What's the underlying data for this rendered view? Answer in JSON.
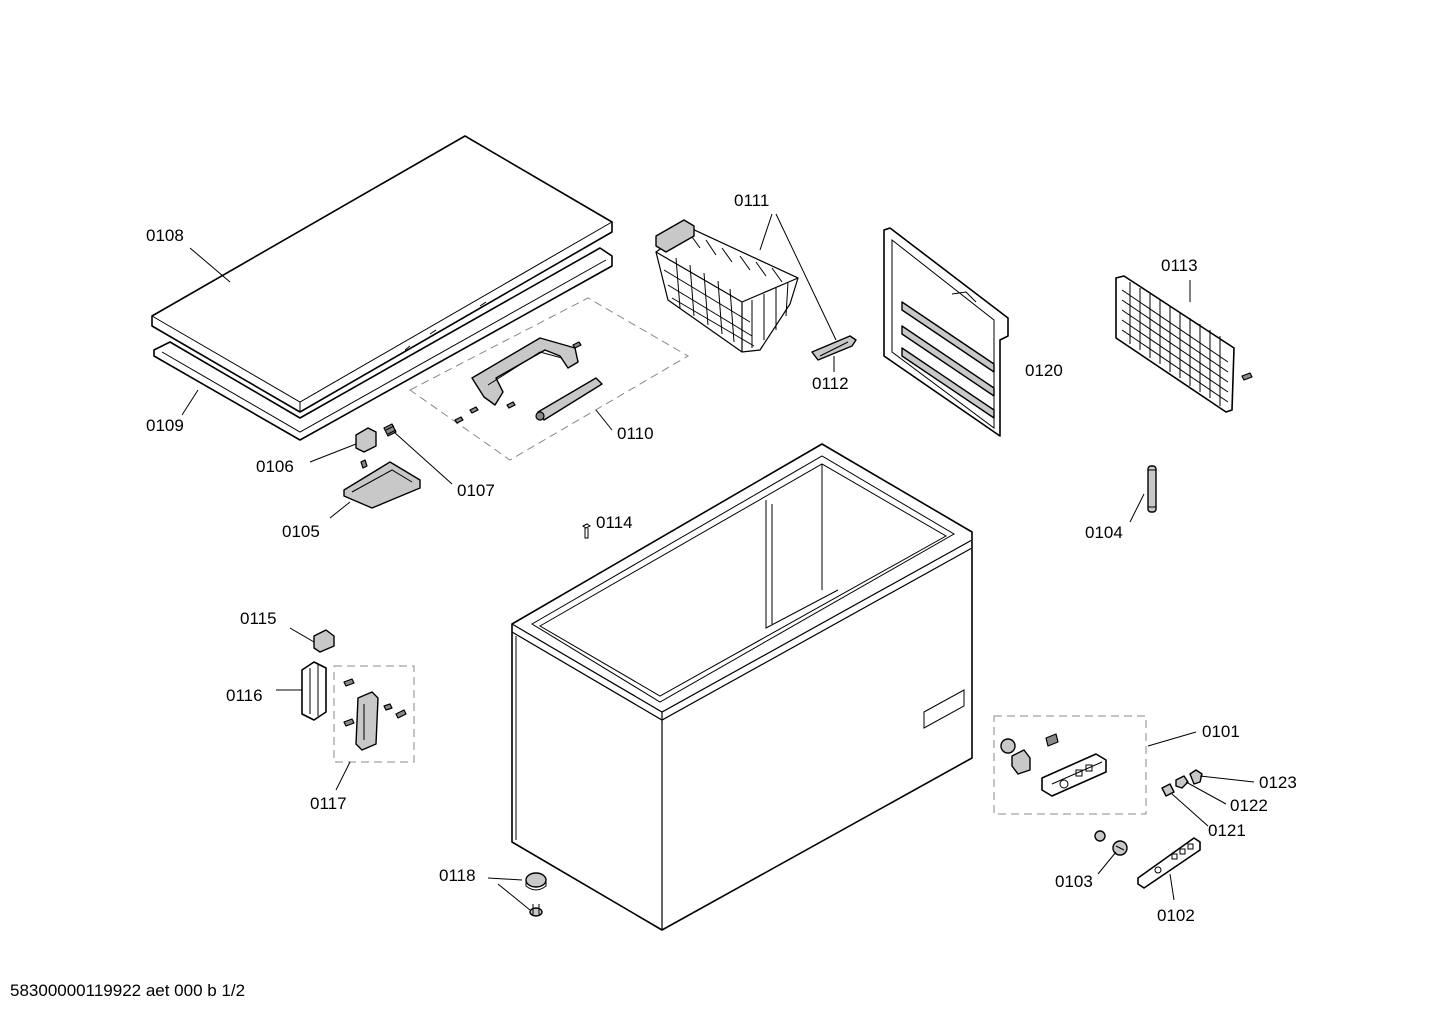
{
  "diagram": {
    "part_labels": {
      "p0108": "0108",
      "p0109": "0109",
      "p0106": "0106",
      "p0107": "0107",
      "p0105": "0105",
      "p0110": "0110",
      "p0111": "0111",
      "p0112": "0112",
      "p0120": "0120",
      "p0113": "0113",
      "p0104": "0104",
      "p0114": "0114",
      "p0115": "0115",
      "p0116": "0116",
      "p0117": "0117",
      "p0118": "0118",
      "p0101": "0101",
      "p0123": "0123",
      "p0122": "0122",
      "p0121": "0121",
      "p0103": "0103",
      "p0102": "0102"
    },
    "footer_code": "58300000119922 aet 000 b 1/2"
  }
}
